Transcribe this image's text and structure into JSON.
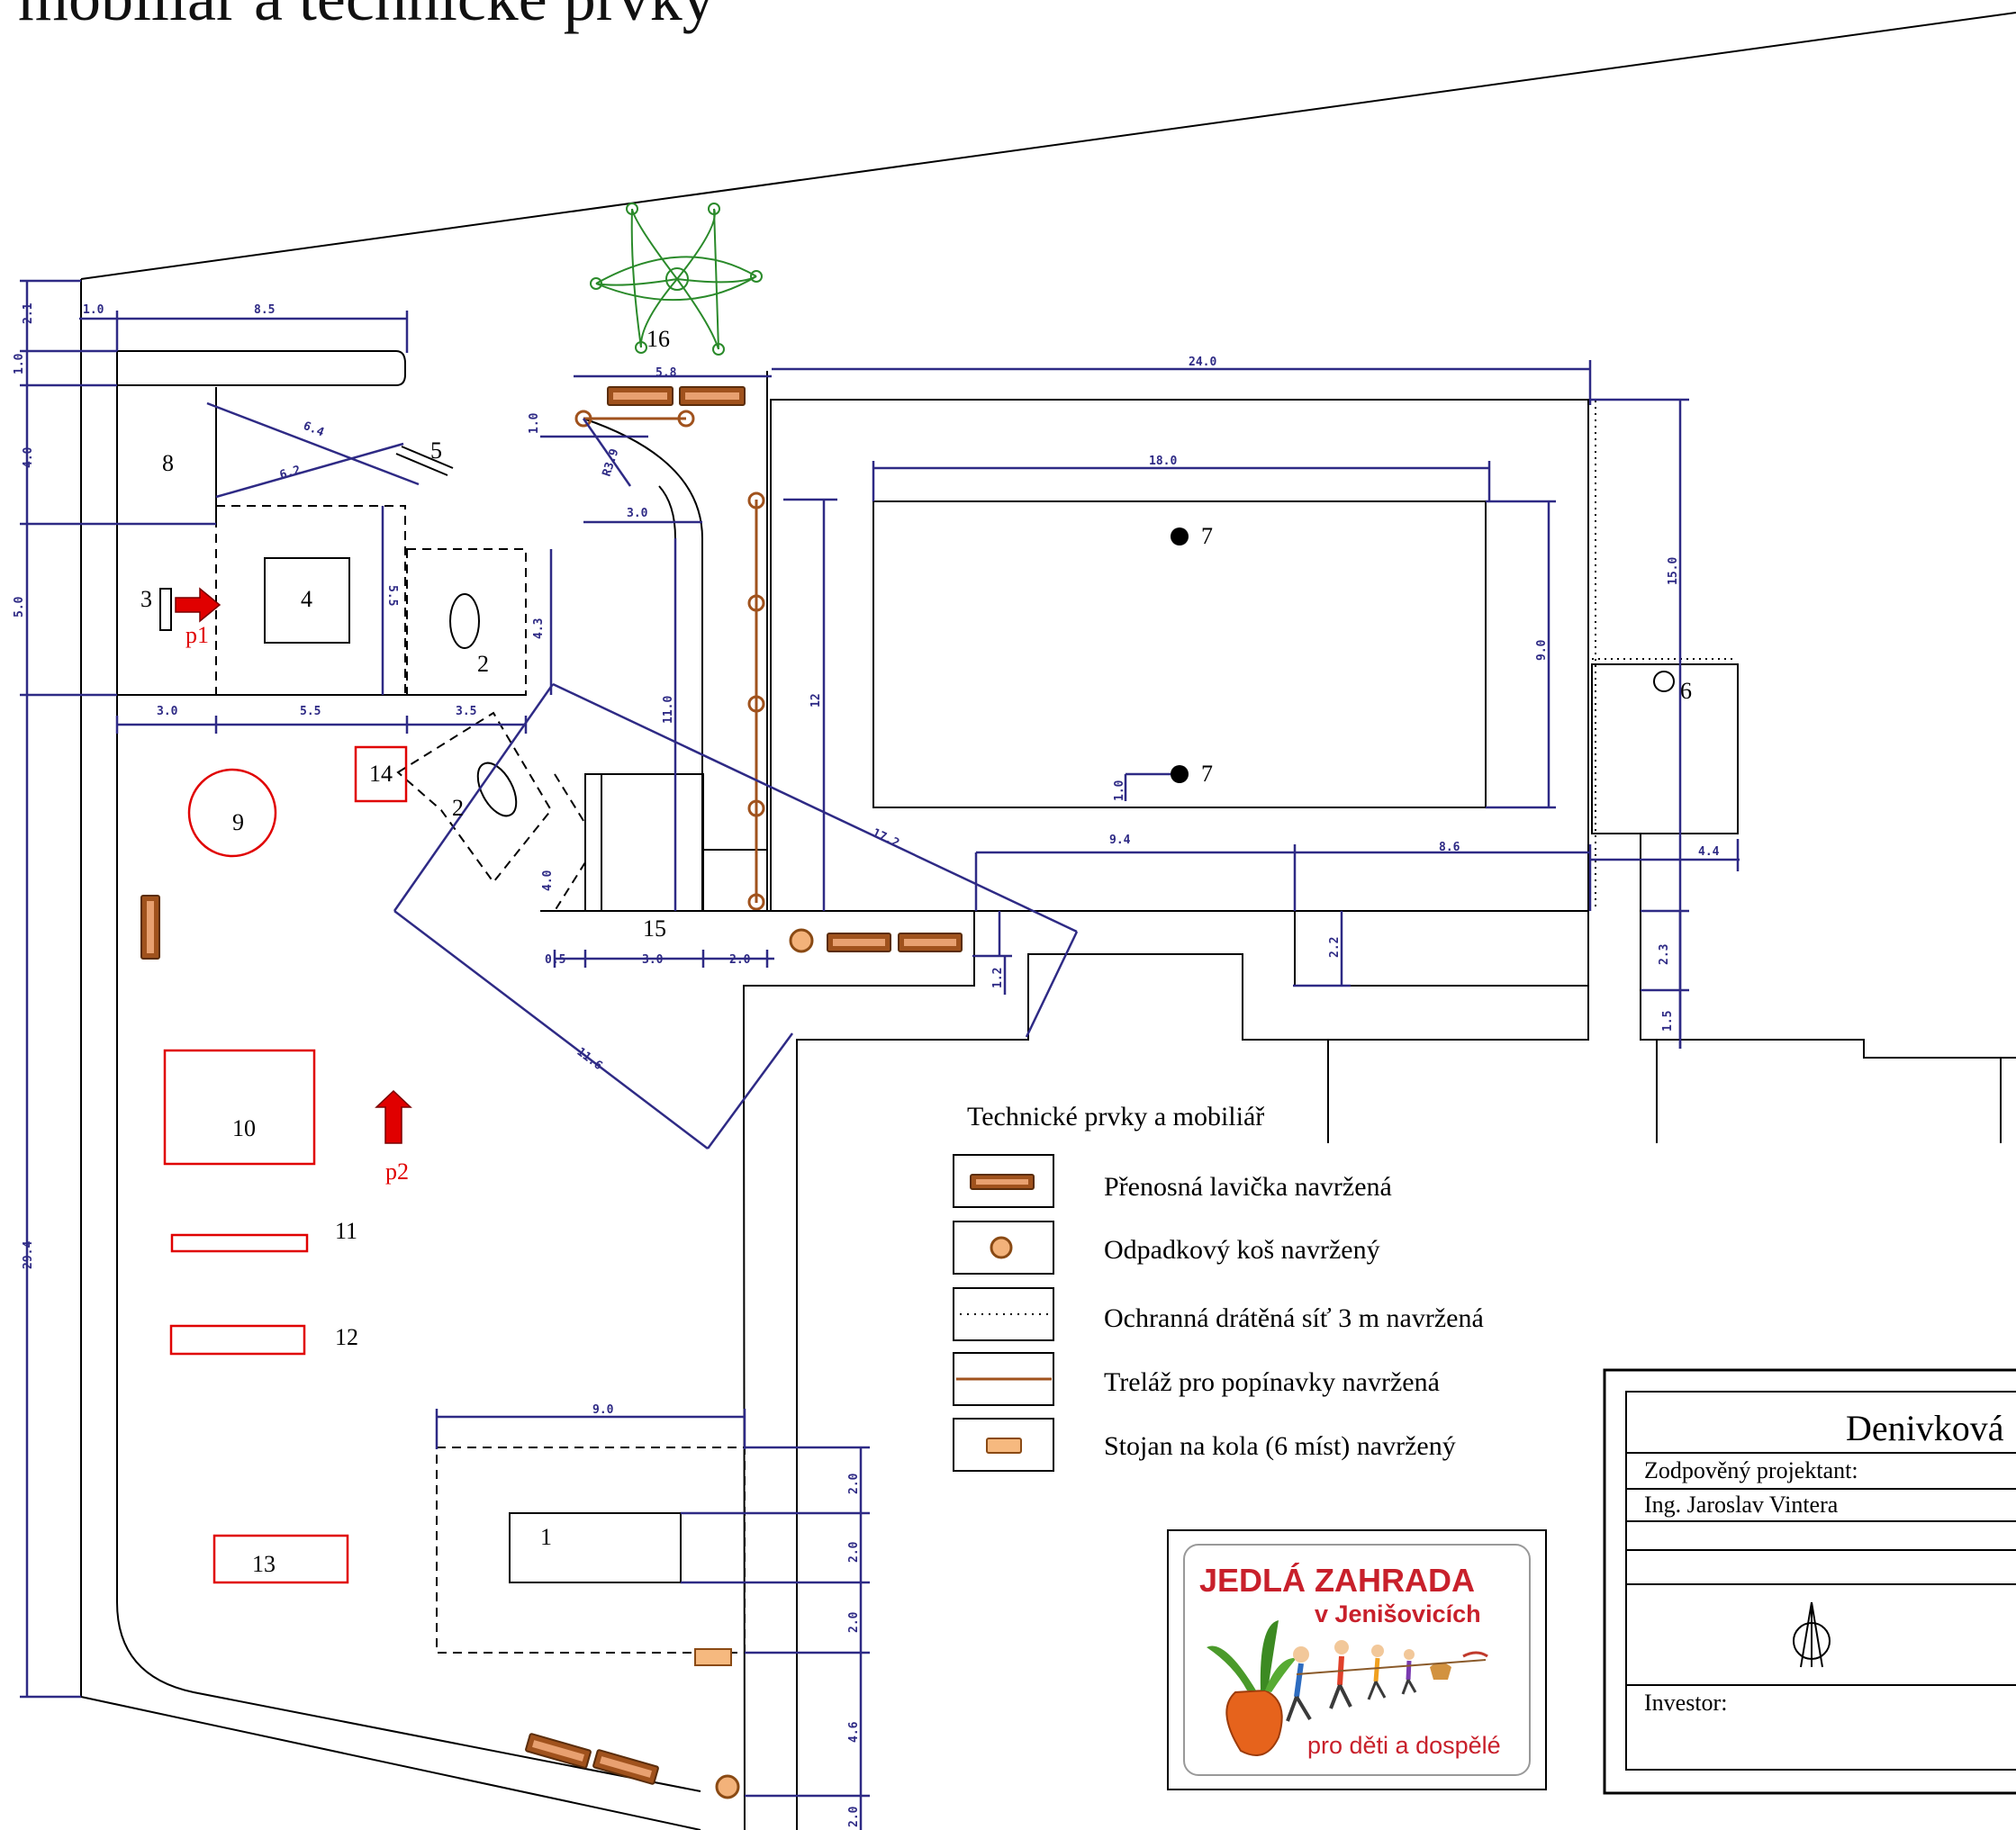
{
  "page": {
    "title": "mobiliář a technické prvky"
  },
  "plan": {
    "objects": {
      "o1": "1",
      "o2a": "2",
      "o2b": "2",
      "o3": "3",
      "o4": "4",
      "o5": "5",
      "o6": "6",
      "o7a": "7",
      "o7b": "7",
      "o8": "8",
      "o9": "9",
      "o10": "10",
      "o11": "11",
      "o12": "12",
      "o13": "13",
      "o14": "14",
      "o15": "15",
      "o16": "16"
    },
    "entrances": {
      "p1": "p1",
      "p2": "p2"
    },
    "dimensions": {
      "d_1_0_top": "1.0",
      "d_8_5": "8.5",
      "d_2_1": "2.1",
      "d_1_0_left": "1.0",
      "d_4_0_left": "4.0",
      "d_5_0_left": "5.0",
      "d_29_4": "29.4",
      "d_6_4": "6.4",
      "d_6_2": "6.2",
      "d_5_5_vert": "5.5",
      "d_3_0_a": "3.0",
      "d_5_5_horiz": "5.5",
      "d_3_5": "3.5",
      "d_4_3": "4.3",
      "d_5_8": "5.8",
      "d_1_0_pergola": "1.0",
      "d_r3_9": "R3.9",
      "d_3_0_pergola": "3.0",
      "d_11_0": "11.0",
      "d_12": "12",
      "d_24_0": "24.0",
      "d_18_0": "18.0",
      "d_9_0": "9.0",
      "d_15_0": "15.0",
      "d_1_0_seven": "1.0",
      "d_17_2": "17.2",
      "d_9_4": "9.4",
      "d_8_6": "8.6",
      "d_4_4": "4.4",
      "d_2_2": "2.2",
      "d_2_3": "2.3",
      "d_1_5": "1.5",
      "d_1_2": "1.2",
      "d_4_0_shed": "4.0",
      "d_0_5": "0.5",
      "d_3_0_shed": "3.0",
      "d_2_0_shed": "2.0",
      "d_11_6": "11.6",
      "d_9_0_bottom": "9.0",
      "d_2_0_a": "2.0",
      "d_2_0_b": "2.0",
      "d_2_0_c": "2.0",
      "d_4_6": "4.6",
      "d_2_0_d": "2.0"
    }
  },
  "legend": {
    "title": "Technické prvky a mobiliář",
    "items": [
      {
        "icon": "bench-icon",
        "label": "Přenosná lavička navržená"
      },
      {
        "icon": "bin-icon",
        "label": "Odpadkový koš navržený"
      },
      {
        "icon": "dotted-line-icon",
        "label": "Ochranná drátěná síť 3 m navržená"
      },
      {
        "icon": "trellis-line-icon",
        "label": "Treláž pro popínavky navržená"
      },
      {
        "icon": "bike-rack-icon",
        "label": "Stojan na kola (6 míst) navržený"
      }
    ]
  },
  "logo": {
    "title": "JEDLÁ ZAHRADA",
    "subtitle": "v Jenišovicích",
    "footer": "pro děti a dospělé"
  },
  "title_block": {
    "project": "Denivková",
    "designer_label": "Zodpověný projektant:",
    "designer_name": "Ing. Jaroslav Vintera",
    "investor_label": "Investor:"
  },
  "colors": {
    "dimension": "#2e2a85",
    "proposal_red": "#e00000",
    "furniture_brown": "#a0521d",
    "vegetation_green": "#2a8a2a"
  }
}
